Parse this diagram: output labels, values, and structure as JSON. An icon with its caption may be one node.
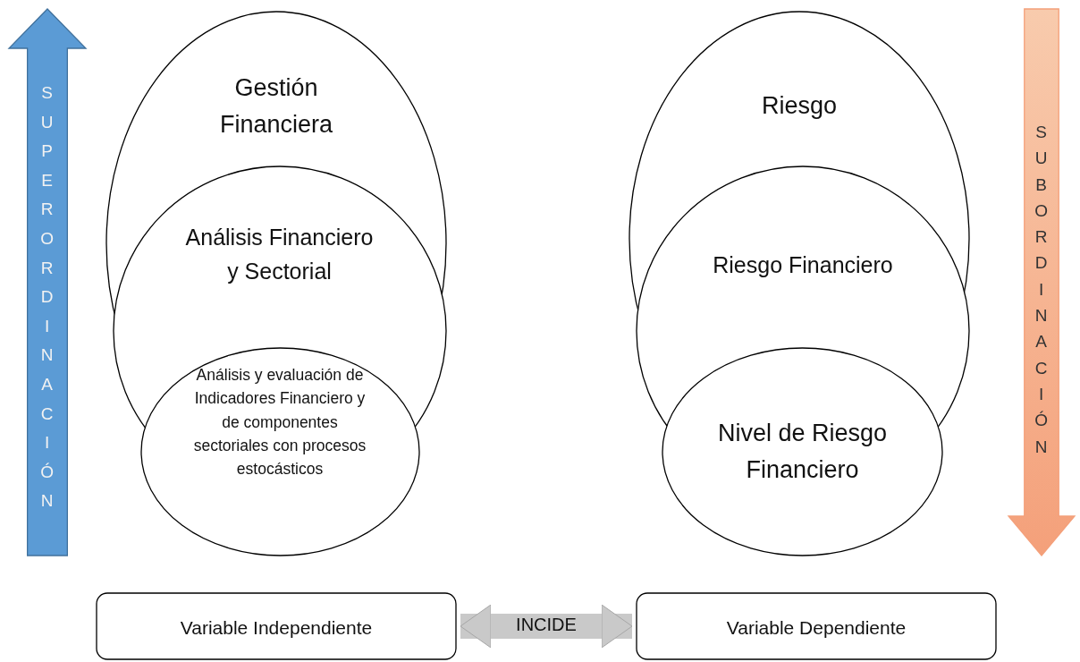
{
  "diagram": {
    "nodes": [
      {
        "text": [
          "Gestión Financiera"
        ]
      },
      {
        "text": [
          "Análisis Financiero y Sectorial"
        ]
      },
      {
        "text": [
          "Análisis y evaluación de Indicadores Financiero y de componentes sectoriales con procesos estocásticos"
        ]
      },
      {
        "text": [
          "Riesgo"
        ]
      },
      {
        "text": [
          "Riesgo Financiero"
        ]
      },
      {
        "text": [
          "Nivel de Riesgo Financiero"
        ]
      },
      {
        "text": [
          "Variable Independiente"
        ]
      },
      {
        "text": [
          "Variable Dependiente"
        ]
      },
      {
        "text": [
          "SUPERORDINACIÓN"
        ]
      },
      {
        "text": [
          "SUBORDINACIÓN"
        ]
      }
    ],
    "edges": [
      {
        "from": 6,
        "to": 7,
        "arrow": "both",
        "label": "INCIDE"
      }
    ]
  }
}
